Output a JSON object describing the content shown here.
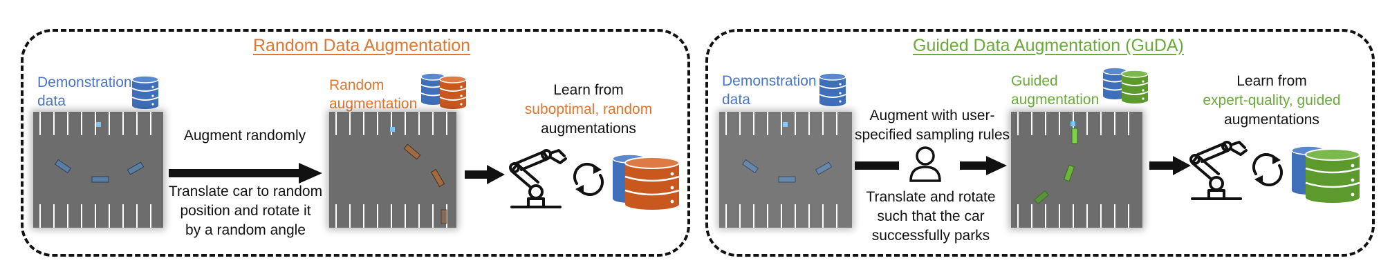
{
  "colors": {
    "orange": "#e0762f",
    "blue": "#4a76c4",
    "green": "#6aaa3a",
    "db_blue": "#3f6fb8",
    "db_orange": "#c9581f",
    "db_green": "#5c9a2e",
    "lot_gray": "#6d6d6d"
  },
  "left_panel": {
    "title": "Random Data Augmentation",
    "demo_label_line1": "Demonstration",
    "demo_label_line2": "data",
    "arrow_caption_top": "Augment randomly",
    "arrow_caption_bottom": [
      "Translate car to random",
      "position and rotate it",
      "by a random angle"
    ],
    "aug_label_line1": "Random",
    "aug_label_line2": "augmentation",
    "learn_line1": "Learn from",
    "learn_line2": "suboptimal, random",
    "learn_line3": "augmentations"
  },
  "right_panel": {
    "title": "Guided Data Augmentation (GuDA)",
    "demo_label_line1": "Demonstration",
    "demo_label_line2": "data",
    "arrow_caption_top": [
      "Augment with user-",
      "specified sampling rules"
    ],
    "arrow_caption_bottom": [
      "Translate and rotate",
      "such that the car",
      "successfully parks"
    ],
    "aug_label_line1": "Guided",
    "aug_label_line2": "augmentation",
    "learn_line1": "Learn from",
    "learn_line2": "expert-quality, guided",
    "learn_line3": "augmentations"
  },
  "icons": [
    "database-icon",
    "robot-arm-icon",
    "cycle-icon",
    "user-icon",
    "arrow-icon"
  ]
}
